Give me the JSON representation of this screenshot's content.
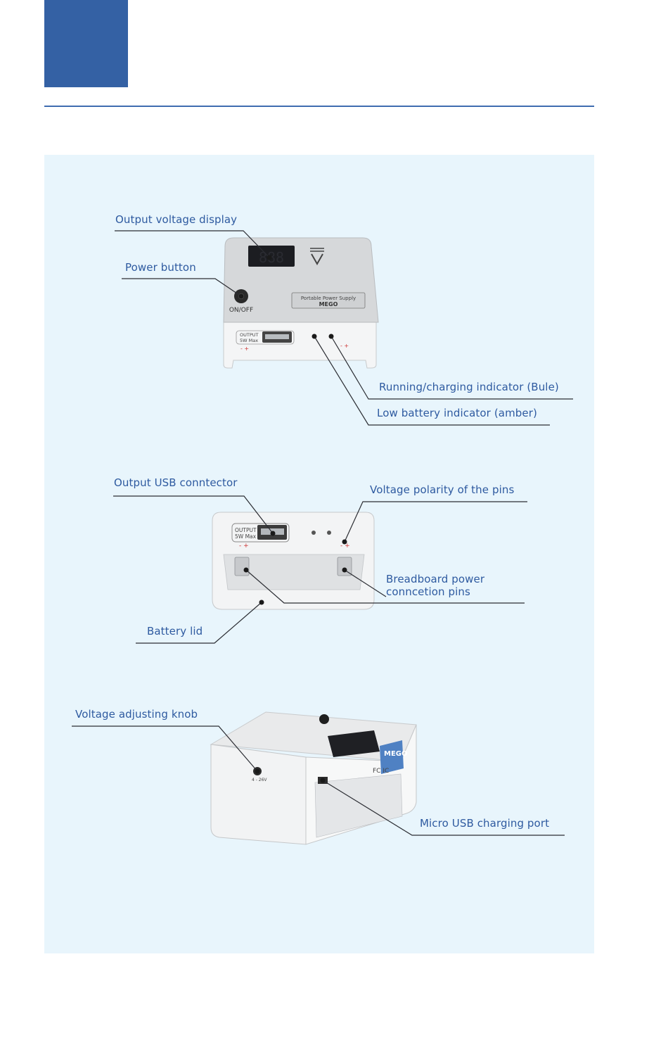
{
  "labels": {
    "output_voltage_display": "Output voltage display",
    "power_button": "Power button",
    "running_indicator": "Running/charging indicator (Bule)",
    "low_battery_indicator": "Low battery indicator (amber)",
    "output_usb_connector": "Output USB conntector",
    "voltage_polarity": "Voltage polarity of the pins",
    "breadboard_pins_line1": "Breadboard power",
    "breadboard_pins_line2": "conncetion pins",
    "battery_lid": "Battery lid",
    "voltage_knob": "Voltage adjusting knob",
    "micro_usb_port": "Micro USB charging port"
  },
  "device_text": {
    "display_digits": "888",
    "on_off": "ON/OFF",
    "plate_line1": "Portable Power Supply",
    "plate_line2": "MEGO",
    "output_label_line1": "OUTPUT",
    "output_label_line2": "5W Max",
    "polarity": "- +",
    "brand": "MEGO",
    "fc_ic": "FC IC",
    "knob_range": "4 - 26V"
  },
  "colors": {
    "accent_blue": "#3461a4",
    "panel_bg": "#e8f5fc",
    "label_text": "#2e5aa0"
  }
}
